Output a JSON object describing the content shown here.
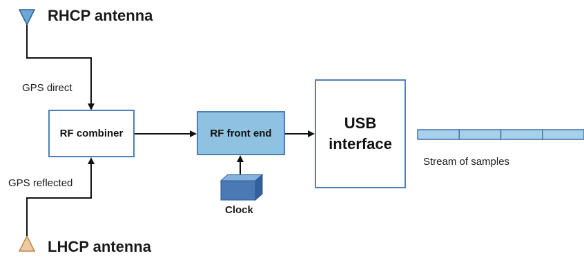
{
  "antennas": {
    "rhcp": {
      "label": "RHCP antenna",
      "color": "#6aa9d6"
    },
    "lhcp": {
      "label": "LHCP antenna",
      "color": "#efc9a1"
    }
  },
  "signals": {
    "direct": "GPS direct",
    "reflected": "GPS reflected"
  },
  "blocks": {
    "rf_combiner": "RF combiner",
    "rf_front_end": "RF front end",
    "usb_line1": "USB",
    "usb_line2": "interface",
    "clock": "Clock"
  },
  "stream": {
    "label": "Stream of samples",
    "segment_count": 4,
    "color": "#a7d1ea"
  },
  "colors": {
    "box_border": "#4d7fb8",
    "front_end_fill": "#8fc1e0",
    "clock_fill": "#4a79b6",
    "wire": "#111111"
  }
}
